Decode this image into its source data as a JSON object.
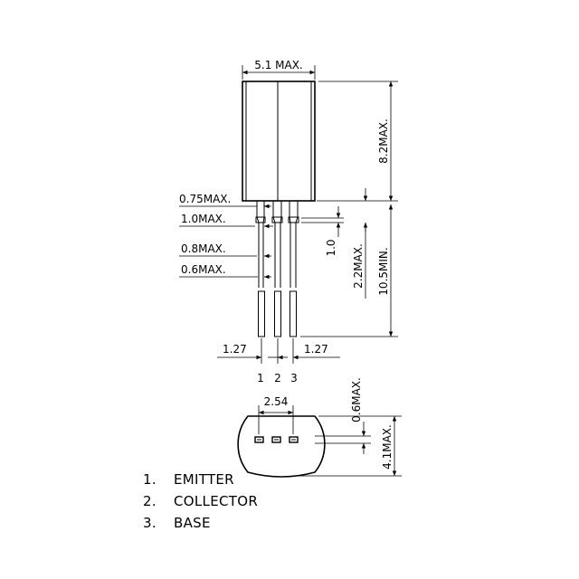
{
  "dimensions": {
    "body_width": "5.1 MAX.",
    "body_height": "8.2MAX.",
    "lead_075": "0.75MAX.",
    "lead_10": "1.0MAX.",
    "lead_08": "0.8MAX.",
    "lead_06": "0.6MAX.",
    "standoff_10": "1.0",
    "standoff_22": "2.2MAX.",
    "lead_length": "10.5MIN.",
    "pitch_left": "1.27",
    "pitch_right": "1.27",
    "spacing": "2.54",
    "flat_depth": "0.6MAX.",
    "body_depth": "4.1MAX."
  },
  "pins": [
    "1",
    "2",
    "3"
  ],
  "legend": [
    {
      "num": "1.",
      "label": "EMITTER"
    },
    {
      "num": "2.",
      "label": "COLLECTOR"
    },
    {
      "num": "3.",
      "label": "BASE"
    }
  ]
}
